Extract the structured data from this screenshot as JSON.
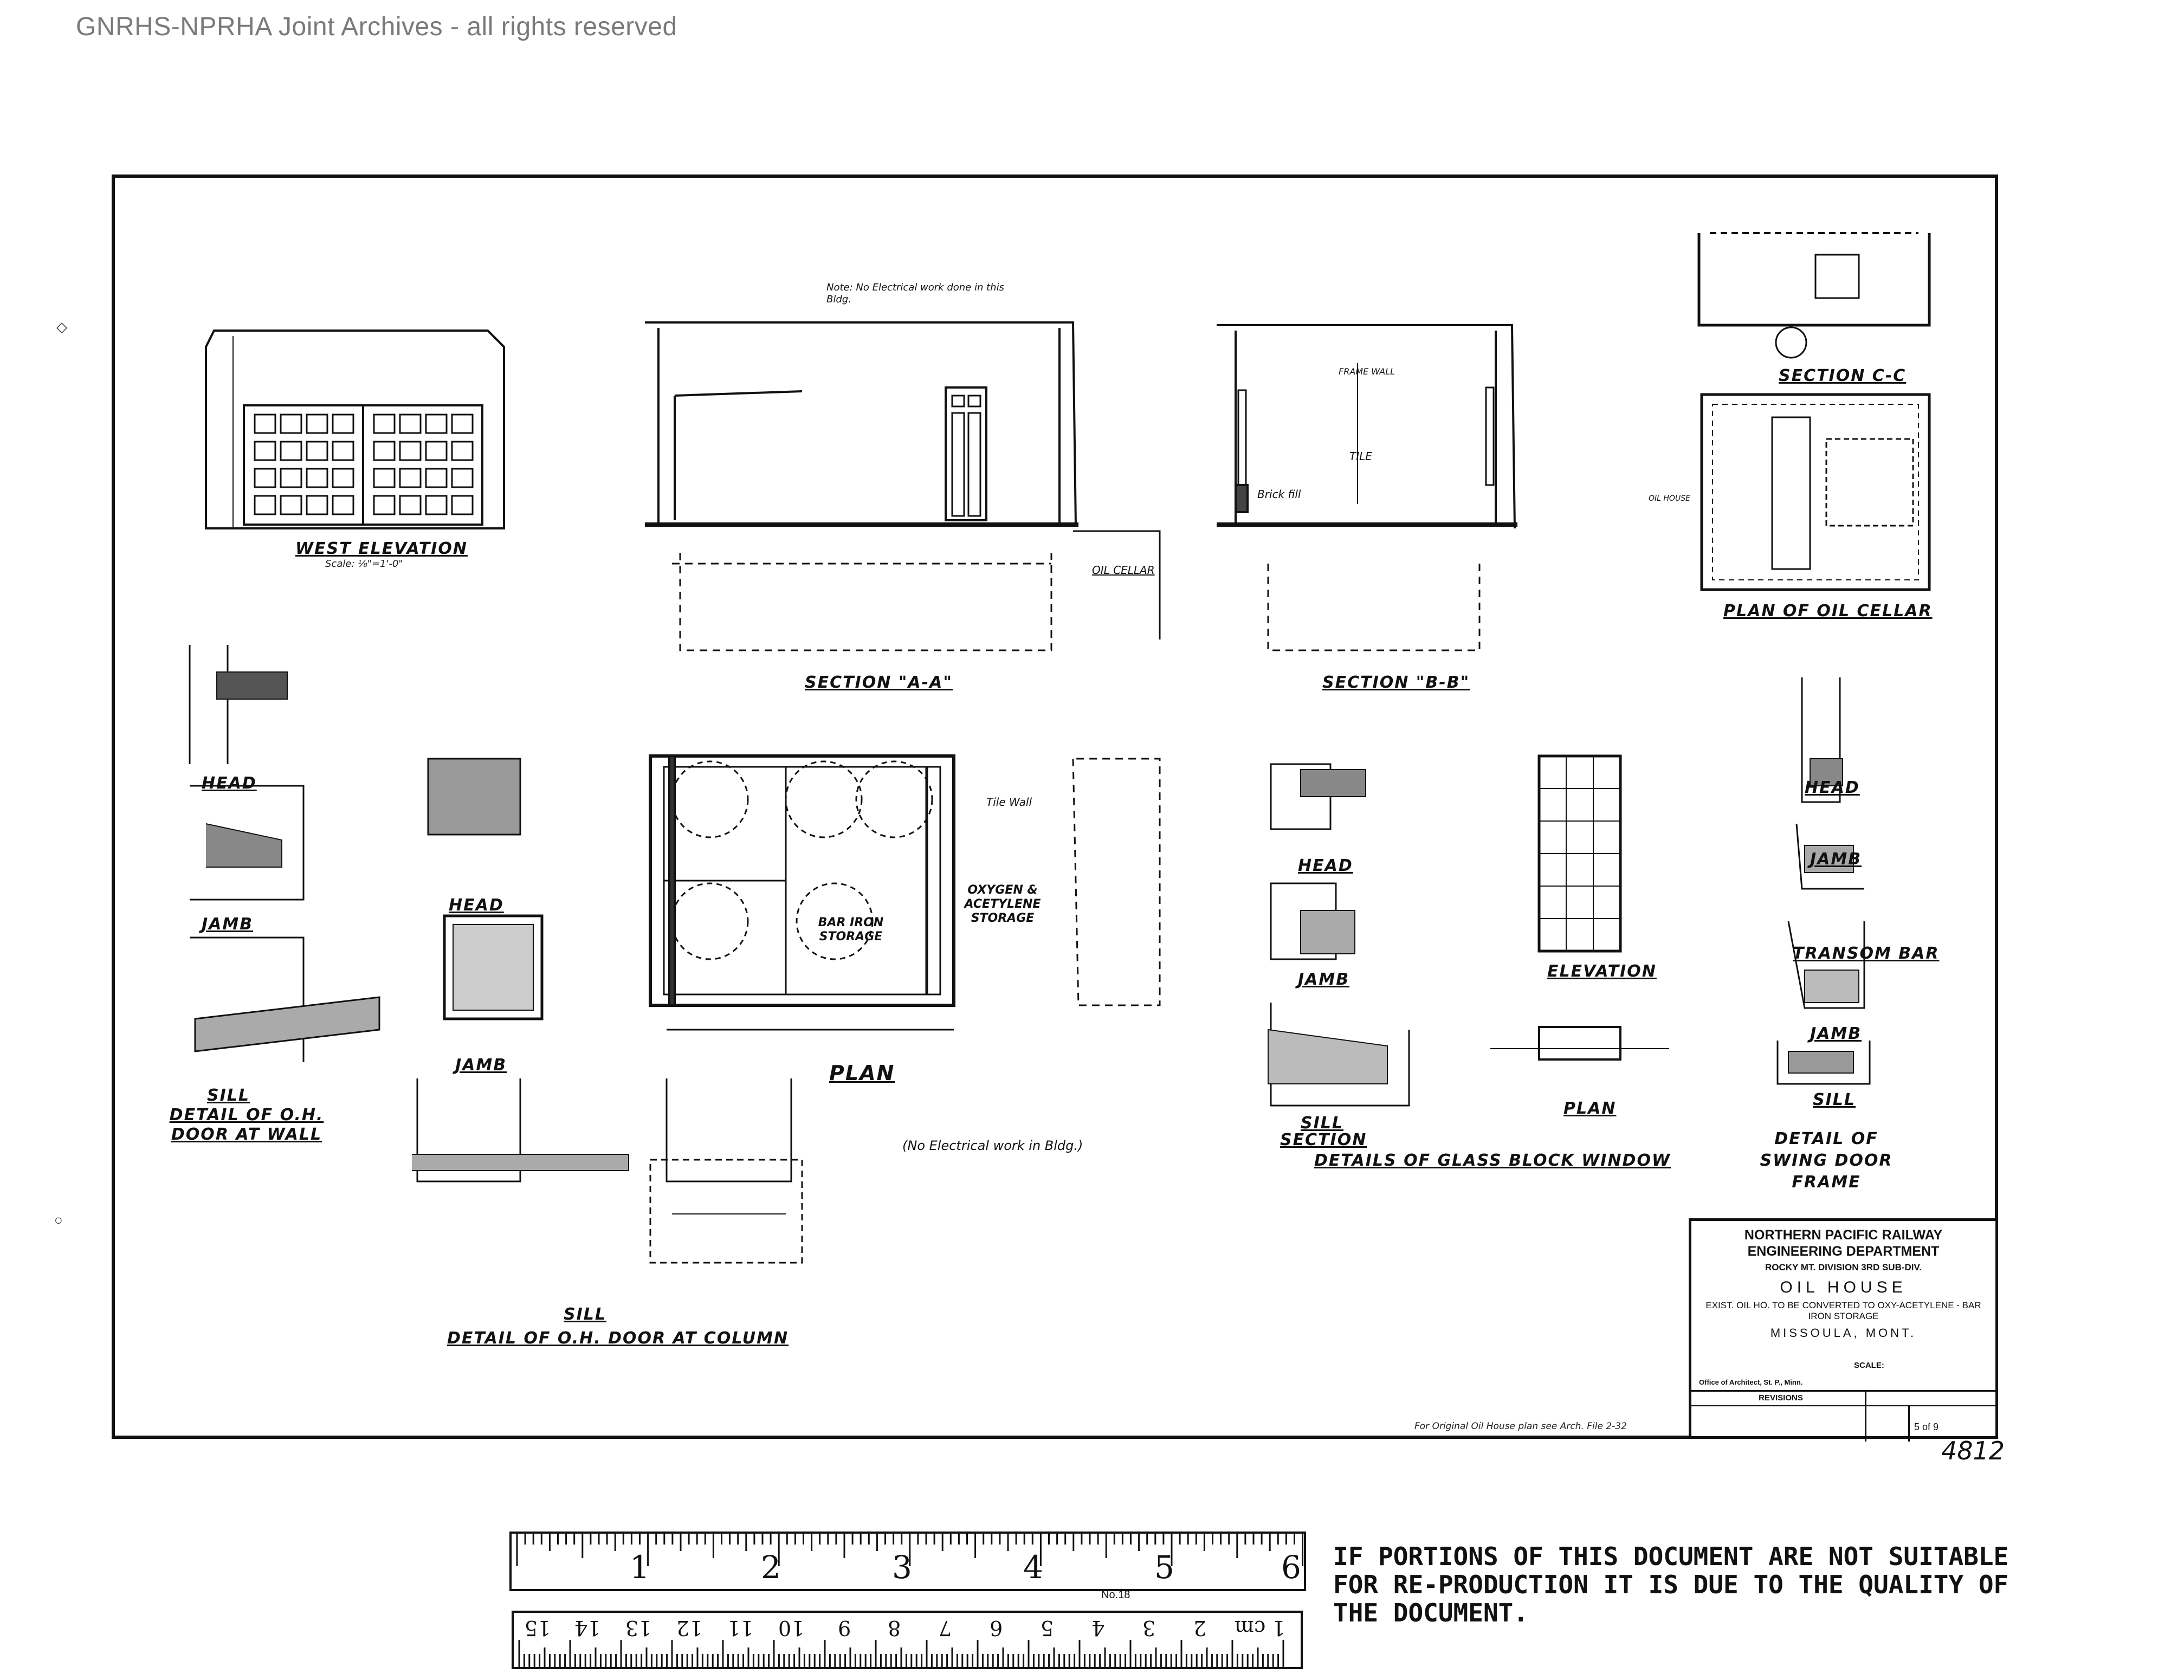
{
  "watermark": "GNRHS-NPRHA Joint Archives - all rights reserved",
  "drawings": {
    "west_elevation": "WEST ELEVATION",
    "section_aa": "SECTION \"A-A\"",
    "section_bb": "SECTION \"B-B\"",
    "section_cc": "SECTION C-C",
    "plan_oil_cellar": "PLAN OF OIL CELLAR",
    "plan": "PLAN",
    "head_1": "HEAD",
    "jamb_1": "JAMB",
    "sill_1": "SILL",
    "detail_oh_door_wall": "DETAIL OF O.H. DOOR AT WALL",
    "head_2": "HEAD",
    "jamb_2": "JAMB",
    "sill_2": "SILL",
    "detail_oh_door_column": "DETAIL OF O.H. DOOR AT COLUMN",
    "head_3": "HEAD",
    "jamb_3": "JAMB",
    "sill_3": "SILL",
    "section_3": "SECTION",
    "elevation_gbw": "ELEVATION",
    "plan_gbw": "PLAN",
    "details_glass_block": "DETAILS OF GLASS BLOCK WINDOW",
    "head_4": "HEAD",
    "jamb_4": "JAMB",
    "transom_bar": "TRANSOM BAR",
    "jamb_5": "JAMB",
    "sill_4": "SILL",
    "detail_swing_door": "DETAIL OF SWING DOOR FRAME"
  },
  "rooms": {
    "bar_iron": "BAR IRON STORAGE",
    "oxygen": "OXYGEN & ACETYLENE STORAGE"
  },
  "notes": {
    "no_electrical_plan": "(No Electrical work in Bldg.)",
    "note_top": "Note: No Electrical work done in this Bldg.",
    "tile_wall": "Tile Wall",
    "oil_cellar": "OIL CELLAR",
    "oil_house": "OIL HOUSE",
    "brick_fill": "Brick fill",
    "frame_wall": "FRAME WALL",
    "tile": "TILE"
  },
  "title_block": {
    "company": "NORTHERN PACIFIC RAILWAY",
    "department": "ENGINEERING DEPARTMENT",
    "division": "ROCKY MT. DIVISION    3RD SUB-DIV.",
    "title": "OIL HOUSE",
    "description": "EXIST. OIL HO. TO BE CONVERTED TO OXY-ACETYLENE - BAR IRON STORAGE",
    "location": "MISSOULA, MONT.",
    "scale": "SCALE:",
    "office": "Office of Architect, St. P., Minn.",
    "revisions": "REVISIONS",
    "sheet": "5 of 9"
  },
  "arch_file": "For Original Oil House plan see Arch. File 2-32",
  "sheet_number": "4812",
  "ruler": {
    "top_numbers": [
      "1",
      "2",
      "3",
      "4",
      "5",
      "6"
    ],
    "bottom_numbers": [
      "15",
      "14",
      "13",
      "12",
      "11",
      "10",
      "9",
      "8",
      "7",
      "6",
      "5",
      "4",
      "3",
      "2",
      "1 cm"
    ],
    "label": "No.18"
  },
  "disclaimer": "IF PORTIONS OF THIS DOCUMENT ARE NOT SUITABLE FOR RE-PRODUCTION IT IS DUE TO THE QUALITY OF THE DOCUMENT."
}
